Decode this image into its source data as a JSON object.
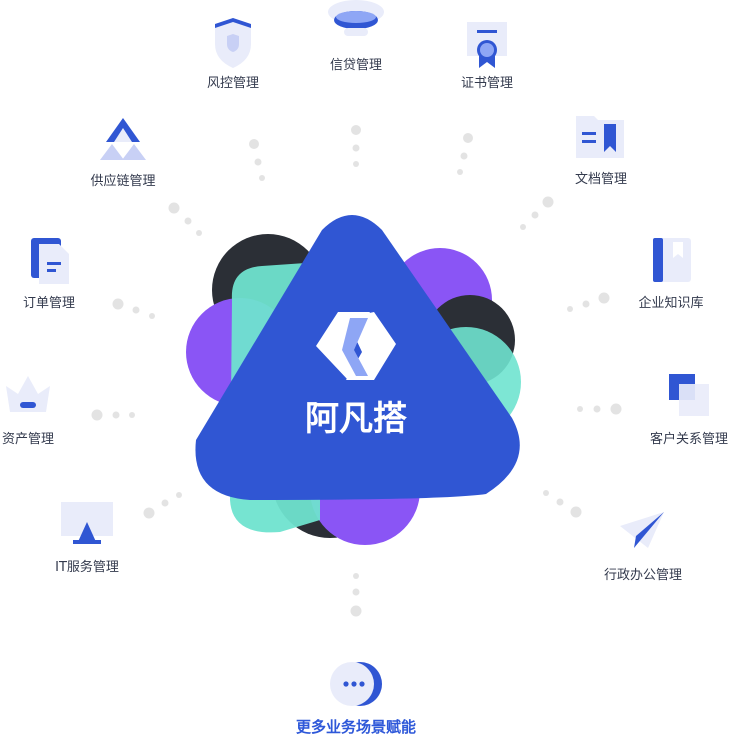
{
  "center": {
    "logo": "阿凡搭"
  },
  "colors": {
    "blue": "#3056d3",
    "purple": "#7c4dff",
    "teal": "#6fe3cf",
    "dark": "#2b2f36",
    "light": "#e9ecfa"
  },
  "nodes": [
    {
      "id": "risk",
      "label": "风控管理",
      "icon": "shield-icon"
    },
    {
      "id": "credit",
      "label": "信贷管理",
      "icon": "coin-icon"
    },
    {
      "id": "cert",
      "label": "证书管理",
      "icon": "certificate-icon"
    },
    {
      "id": "supply",
      "label": "供应链管理",
      "icon": "pyramid-icon"
    },
    {
      "id": "doc",
      "label": "文档管理",
      "icon": "folder-bookmark-icon"
    },
    {
      "id": "order",
      "label": "订单管理",
      "icon": "document-icon"
    },
    {
      "id": "kb",
      "label": "企业知识库",
      "icon": "book-icon"
    },
    {
      "id": "asset",
      "label": "资产管理",
      "icon": "crown-icon"
    },
    {
      "id": "crm",
      "label": "客户关系管理",
      "icon": "squares-icon"
    },
    {
      "id": "it",
      "label": "IT服务管理",
      "icon": "monitor-icon"
    },
    {
      "id": "admin",
      "label": "行政办公管理",
      "icon": "paper-plane-icon"
    },
    {
      "id": "more",
      "label": "更多业务场景赋能",
      "icon": "more-icon"
    }
  ]
}
